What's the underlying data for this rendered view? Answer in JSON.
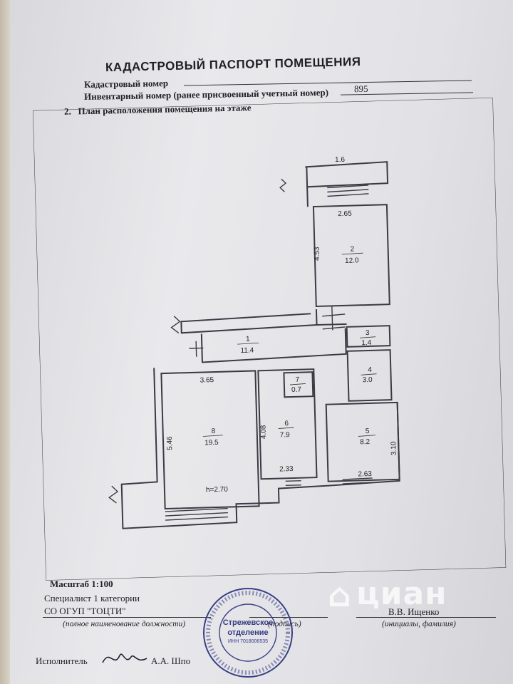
{
  "document": {
    "title": "КАДАСТРОВЫЙ ПАСПОРТ ПОМЕЩЕНИЯ",
    "cadastral_label": "Кадастровый номер",
    "inventory_label": "Инвентарный номер (ранее присвоенный учетный номер)",
    "inventory_value": "895",
    "section_number": "2.",
    "section_title": "План расположения помещения на этаже"
  },
  "plan": {
    "rooms": [
      {
        "num": "1",
        "area": "11.4"
      },
      {
        "num": "2",
        "area": "12.0"
      },
      {
        "num": "3",
        "area": "1.4"
      },
      {
        "num": "4",
        "area": "3.0"
      },
      {
        "num": "5",
        "area": "8.2"
      },
      {
        "num": "6",
        "area": "7.9"
      },
      {
        "num": "7",
        "area": "0.7"
      },
      {
        "num": "8",
        "area": "19.5"
      }
    ],
    "balcony_dim": "1.6",
    "dims": {
      "d265": "2.65",
      "d453": "4.53",
      "d365": "3.65",
      "d546": "5.46",
      "d408": "4.08",
      "d233": "2.33",
      "d263": "2.63",
      "d310": "3.10"
    },
    "height": "h=2.70"
  },
  "footer": {
    "scale": "Масштаб 1:100",
    "position1": "Специалист 1 категории",
    "org": "СО ОГУП \"ТОЦТИ\"",
    "sign_hint": "(подпись)",
    "name": "В.В. Ищенко",
    "position_hint": "(полное наименование должности)",
    "name_hint": "(инициалы, фамилия)",
    "executor_label": "Исполнитель",
    "executor_name": "А.А. Шпо"
  },
  "stamp": {
    "line1": "Стрежевское",
    "line2": "отделение",
    "inn": "ИНН 7018006535"
  },
  "watermark": {
    "brand": "циан"
  }
}
